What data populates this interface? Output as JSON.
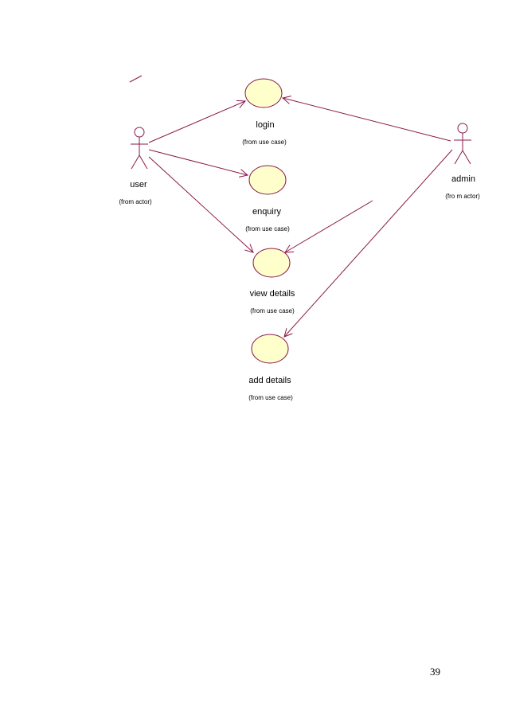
{
  "colors": {
    "usecase_fill": "#ffffcc",
    "usecase_stroke": "#8b1a4a",
    "connector": "#8b1a4a",
    "actor_stroke": "#8b1a4a"
  },
  "actors": [
    {
      "id": "user",
      "name": "user",
      "from": "(from actor)"
    },
    {
      "id": "admin",
      "name": "admin",
      "from": "(fro m actor)"
    }
  ],
  "use_cases": [
    {
      "id": "login",
      "name": "login",
      "from": "(from use case)"
    },
    {
      "id": "enquiry",
      "name": "enquiry",
      "from": "(from use case)"
    },
    {
      "id": "view_details",
      "name": "view details",
      "from": "(from use case)"
    },
    {
      "id": "add_details",
      "name": "add details",
      "from": "(from use case)"
    }
  ],
  "associations": [
    {
      "from": "user",
      "to": "login"
    },
    {
      "from": "user",
      "to": "enquiry"
    },
    {
      "from": "user",
      "to": "view_details"
    },
    {
      "from": "admin",
      "to": "login"
    },
    {
      "from": "admin",
      "to": "view_details"
    },
    {
      "from": "admin",
      "to": "add_details"
    }
  ],
  "page_number": "39"
}
